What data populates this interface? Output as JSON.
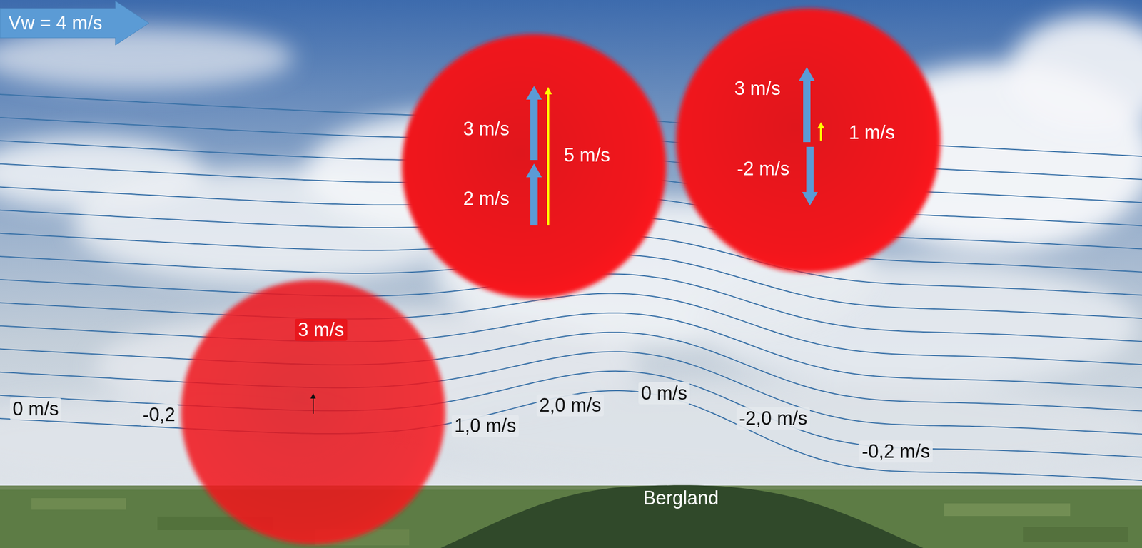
{
  "diagram": {
    "nodes": [
      {
        "text": [
          "Vw = 4 m/s"
        ]
      },
      {
        "text": [
          "3 m/s",
          "5 m/s",
          "2 m/s"
        ]
      },
      {
        "text": [
          "3 m/s",
          "1 m/s",
          "-2 m/s"
        ]
      },
      {
        "text": [
          "3 m/s"
        ]
      }
    ],
    "labels": [
      "0 m/s",
      "-0,2",
      "1,0 m/s",
      "2,0 m/s",
      "0 m/s",
      "-2,0 m/s",
      "-0,2 m/s",
      "Bergland"
    ]
  }
}
